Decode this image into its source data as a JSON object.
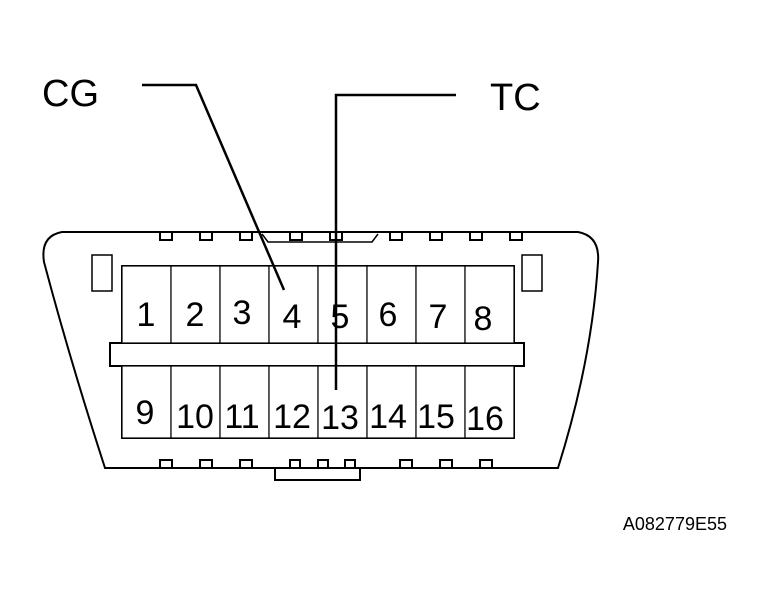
{
  "callouts": {
    "cg": {
      "label": "CG",
      "pin": "4"
    },
    "tc": {
      "label": "TC",
      "pin": "13"
    }
  },
  "connector": {
    "top_row": [
      "1",
      "2",
      "3",
      "4",
      "5",
      "6",
      "7",
      "8"
    ],
    "bottom_row": [
      "9",
      "10",
      "11",
      "12",
      "13",
      "14",
      "15",
      "16"
    ]
  },
  "figure_id": "A082779E55"
}
